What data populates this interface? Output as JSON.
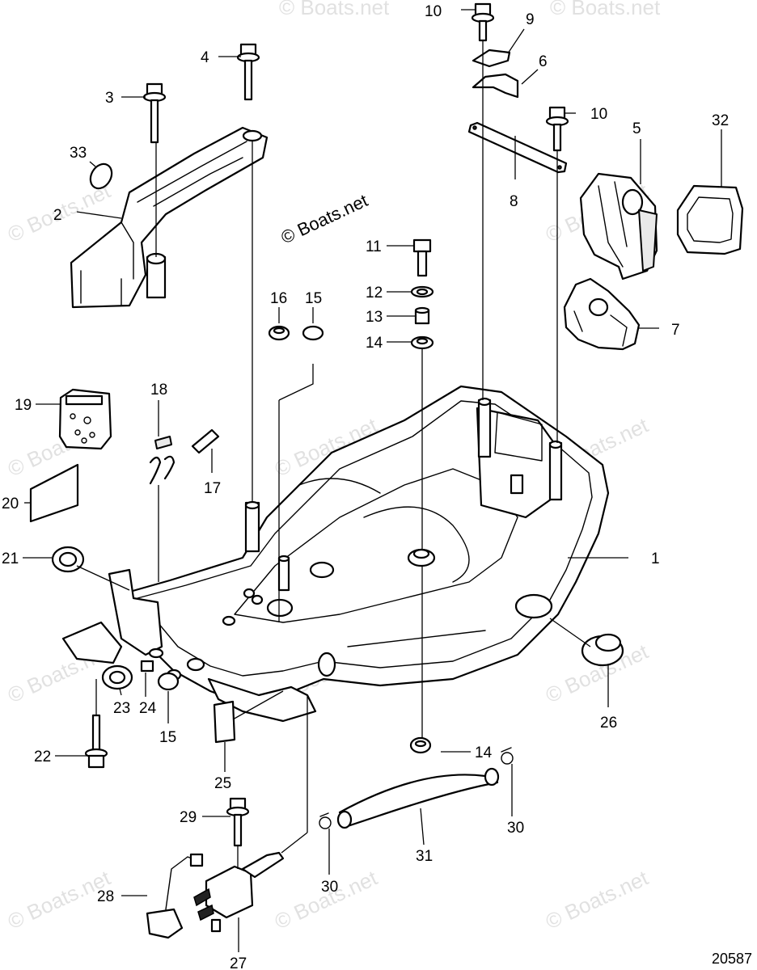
{
  "copyright": "© Boats.net",
  "watermark": "© Boats.net",
  "drawing_number": "20587",
  "callouts": {
    "c1": "1",
    "c2": "2",
    "c3": "3",
    "c4": "4",
    "c5": "5",
    "c6": "6",
    "c7": "7",
    "c8": "8",
    "c9": "9",
    "c10a": "10",
    "c10b": "10",
    "c11": "11",
    "c12": "12",
    "c13": "13",
    "c14a": "14",
    "c14b": "14",
    "c15a": "15",
    "c15b": "15",
    "c16": "16",
    "c17": "17",
    "c18": "18",
    "c19": "19",
    "c20": "20",
    "c21": "21",
    "c22": "22",
    "c23": "23",
    "c24": "24",
    "c25": "25",
    "c26": "26",
    "c27": "27",
    "c28": "28",
    "c29": "29",
    "c30a": "30",
    "c30b": "30",
    "c31": "31",
    "c32": "32",
    "c33": "33"
  }
}
